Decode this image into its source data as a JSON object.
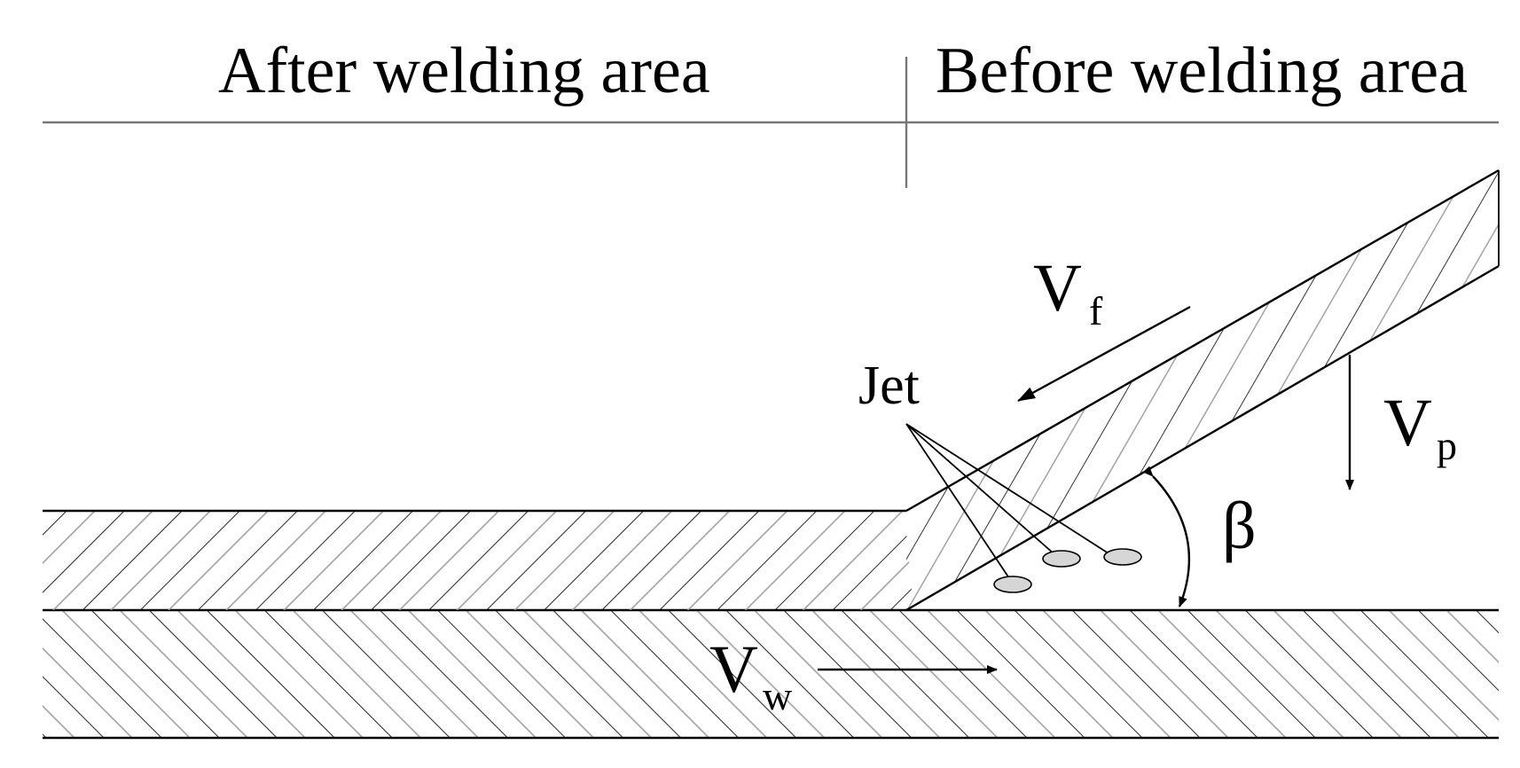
{
  "regions": {
    "after": "After welding area",
    "before": "Before welding area"
  },
  "velocities": {
    "flyer": {
      "symbol": "V",
      "subscript": "f"
    },
    "plate": {
      "symbol": "V",
      "subscript": "p"
    },
    "weld": {
      "symbol": "V",
      "subscript": "w"
    }
  },
  "jet_label": "Jet",
  "angle_label": "β"
}
